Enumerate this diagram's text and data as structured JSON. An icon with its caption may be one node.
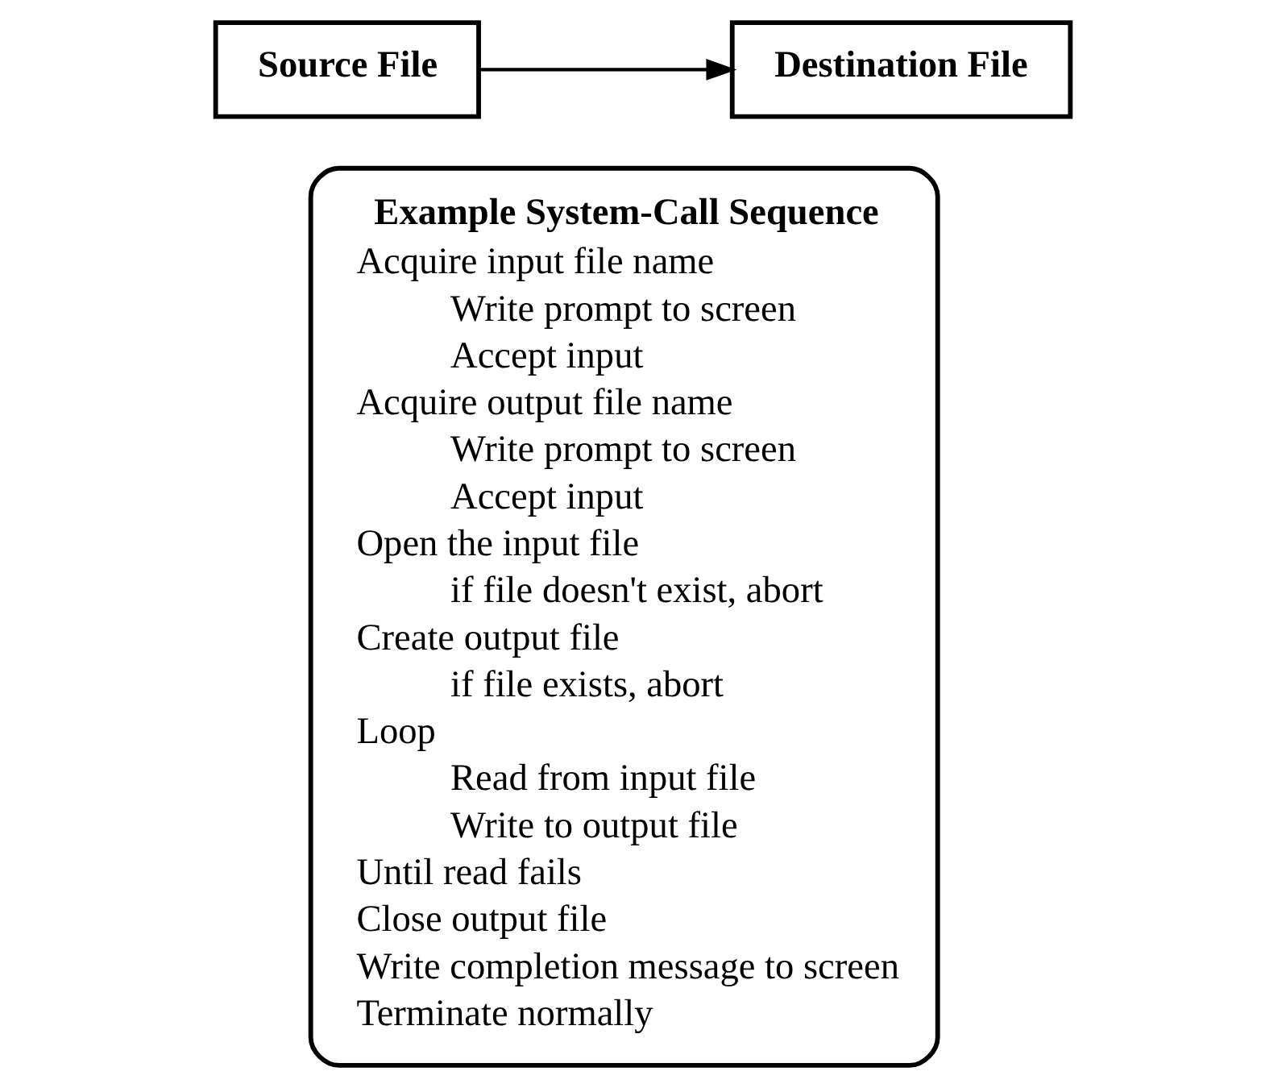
{
  "diagram": {
    "nodes": [
      {
        "text": [
          "Source File"
        ]
      },
      {
        "text": [
          "Destination File"
        ]
      },
      {
        "text": [
          "Example System-Call Sequence",
          "Acquire input file name",
          "Write prompt to screen",
          "Accept input",
          "Acquire output file name",
          "Write prompt to screen",
          "Accept input",
          "Open the input file",
          "if file doesn't exist, abort",
          "Create output file",
          "if file exists, abort",
          "Loop",
          "Read from input file",
          "Write to output file",
          "Until read fails",
          "Close output file",
          "Write completion message to screen",
          "Terminate normally"
        ]
      }
    ],
    "edges": [
      {
        "from": 0,
        "to": 1,
        "arrow": "to"
      }
    ]
  }
}
